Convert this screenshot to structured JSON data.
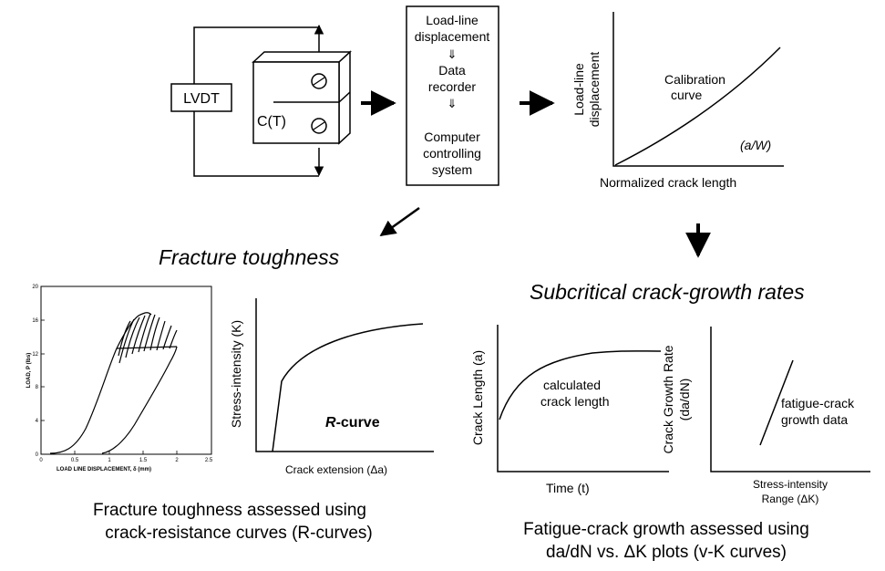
{
  "setup": {
    "lvdt_label": "LVDT",
    "specimen_label": "C(T)",
    "process_box": {
      "lines": [
        "Load-line",
        "displacement",
        "⇓",
        "Data",
        "recorder",
        "⇓",
        "Computer",
        "controlling",
        "system"
      ]
    }
  },
  "calibration": {
    "ylabel_line1": "Load-line",
    "ylabel_line2": "displacement",
    "curve_label_line1": "Calibration",
    "curve_label_line2": "curve",
    "x_symbol": "(a/W)",
    "xlabel": "Normalized crack length"
  },
  "sections": {
    "fracture_title": "Fracture toughness",
    "subcritical_title": "Subcritical crack-growth rates"
  },
  "load_plot": {
    "ylabel": "LOAD, P (lbs)",
    "xlabel": "LOAD LINE DISPLACEMENT, δ (mm)",
    "y_ticks": [
      "0",
      "4",
      "8",
      "12",
      "16",
      "20"
    ],
    "x_ticks": [
      "0",
      "0.5",
      "1",
      "1.5",
      "2",
      "2.5"
    ]
  },
  "r_curve_plot": {
    "ylabel": "Stress-intensity (K)",
    "xlabel": "Crack extension  (Δa)",
    "curve_label_bold": "R",
    "curve_label_rest": "-curve"
  },
  "crack_length_plot": {
    "ylabel": "Crack Length (a)",
    "xlabel": "Time (t)",
    "curve_label_line1": "calculated",
    "curve_label_line2": "crack length"
  },
  "growth_rate_plot": {
    "ylabel_line1": "Crack Growth Rate",
    "ylabel_line2": "(da/dN)",
    "xlabel_line1": "Stress-intensity",
    "xlabel_line2": "Range (ΔK)",
    "data_label_line1": "fatigue-crack",
    "data_label_line2": "growth data"
  },
  "captions": {
    "fracture_line1": "Fracture toughness assessed using",
    "fracture_line2": "crack-resistance curves (R-curves)",
    "fatigue_line1": "Fatigue-crack growth assessed using",
    "fatigue_line2": "da/dN vs. ΔK plots (v-K curves)"
  }
}
